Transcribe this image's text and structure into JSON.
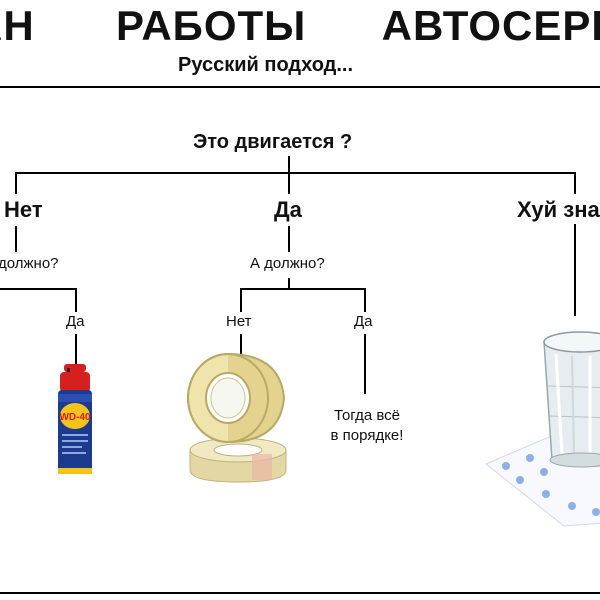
{
  "header": {
    "title_words": [
      "АН",
      "РАБОТЫ",
      "АВТОСЕРВИС"
    ],
    "subtitle": "Русский подход..."
  },
  "tree": {
    "root_question": "Это двигается ?",
    "branches": {
      "left": "Нет",
      "middle": "Да",
      "right": "Хуй зна"
    },
    "left_followup": "должно?",
    "middle_followup": "А должно?",
    "left_yes": "Да",
    "middle_no": "Нет",
    "middle_yes": "Да",
    "middle_yes_result_line1": "Тогда всё",
    "middle_yes_result_line2": "в порядке!"
  },
  "images": {
    "wd40_label": "WD-40",
    "wd40_icon": "wd40-can-icon",
    "tape_icon": "duct-tape-roll-icon",
    "glass_icon": "vodka-glass-icon"
  },
  "colors": {
    "wd40_blue": "#1c3b8f",
    "wd40_yellow": "#f4c41c",
    "wd40_red": "#d61f1f",
    "tape": "#e9dca2",
    "napkin_dots": "#8fb0e6"
  }
}
